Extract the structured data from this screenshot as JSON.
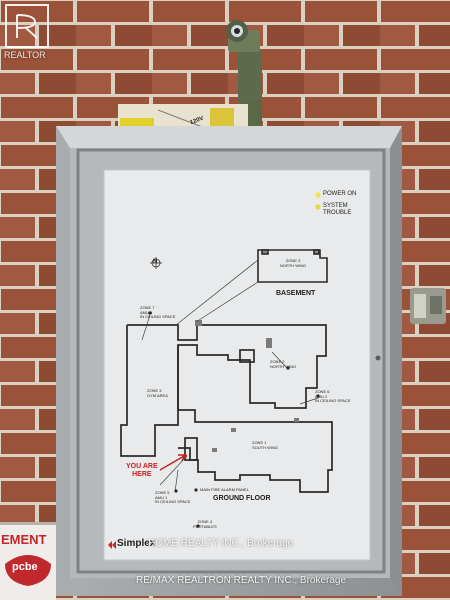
{
  "watermarks": {
    "logo": "REALTOR",
    "caption_1": "HOME REALTY INC., Brokerage",
    "caption_2": "RE/MAX REALTRON REALTY INC., Brokerage"
  },
  "ballast_label": "120V",
  "panel": {
    "legend": {
      "power_on": "POWER ON",
      "system_trouble_line1": "SYSTEM",
      "system_trouble_line2": "TROUBLE",
      "power_led_color": "#f2e24a",
      "trouble_led_color": "#e8d840"
    },
    "compass": "N",
    "basement": {
      "zone_label_line1": "ZONE 3",
      "zone_label_line2": "NORTH WING",
      "title": "BASEMENT"
    },
    "zones": {
      "z7": [
        "ZONE 7",
        "AMU 3",
        "IN CEILING SPACE"
      ],
      "z2": [
        "ZONE 2",
        "NORTH WING"
      ],
      "z3": [
        "ZONE 3",
        "GYM AREA"
      ],
      "z6": [
        "ZONE 6",
        "AMU 2",
        "IN CEILING SPACE"
      ],
      "z1": [
        "ZONE 1",
        "SOUTH WING"
      ],
      "z5": [
        "ZONE 5",
        "AMU 1",
        "IN CEILING SPACE"
      ],
      "z4": [
        "ZONE 4",
        "PORTABLES"
      ]
    },
    "you_are_here_line1": "YOU ARE",
    "you_are_here_line2": "HERE",
    "main_panel": "MAIN FIRE ALARM PANEL",
    "ground_floor": "GROUND FLOOR",
    "brand": "Simplex",
    "brand_color": "#c62828"
  },
  "sign": {
    "text": "EMENT",
    "logo": "pcbe",
    "logo_color": "#c0282c"
  }
}
